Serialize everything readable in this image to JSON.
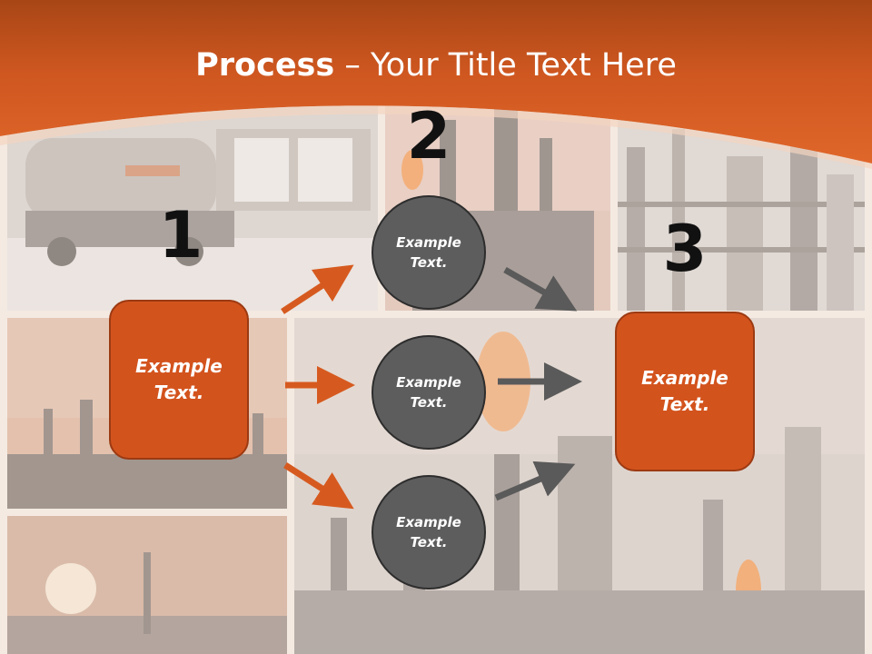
{
  "title": {
    "bold": "Process",
    "rest": " – Your Title Text Here"
  },
  "steps": [
    {
      "number": "1",
      "label": "Example\nText."
    },
    {
      "number": "2",
      "label": "Example\nText."
    },
    {
      "number": "3",
      "label": "Example\nText."
    }
  ],
  "middle_nodes": [
    {
      "label": "Example\nText."
    },
    {
      "label": "Example\nText."
    },
    {
      "label": "Example\nText."
    }
  ],
  "colors": {
    "header": "#d65a1f",
    "box_fill": "#d3531d",
    "circle_fill": "#5d5d5d",
    "orange_arrow": "#d65a1f",
    "gray_arrow": "#5a5a5a"
  }
}
